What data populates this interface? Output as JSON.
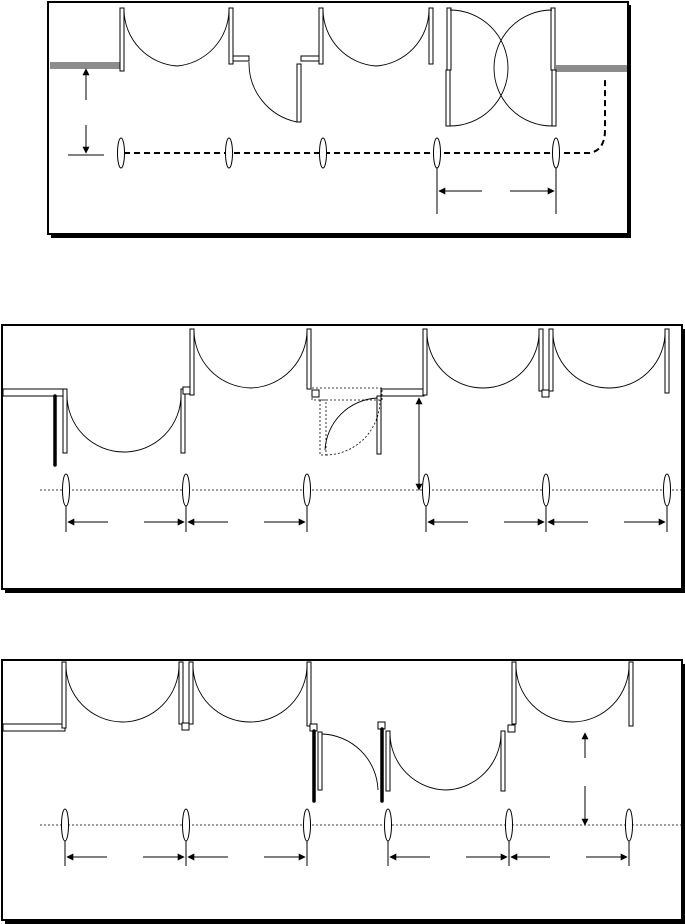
{
  "figure": {
    "panels": [
      {
        "id": "A",
        "kind": "corridor-with-swinging-doors",
        "post_count": 5
      },
      {
        "id": "B",
        "kind": "corridor-with-swinging-doors",
        "post_count": 6
      },
      {
        "id": "C",
        "kind": "corridor-with-swinging-doors",
        "post_count": 6
      }
    ],
    "colors": {
      "line": "#000000",
      "wall_fill": "#8c8c8c",
      "background": "#ffffff",
      "frame_shadow": "#000000"
    }
  }
}
